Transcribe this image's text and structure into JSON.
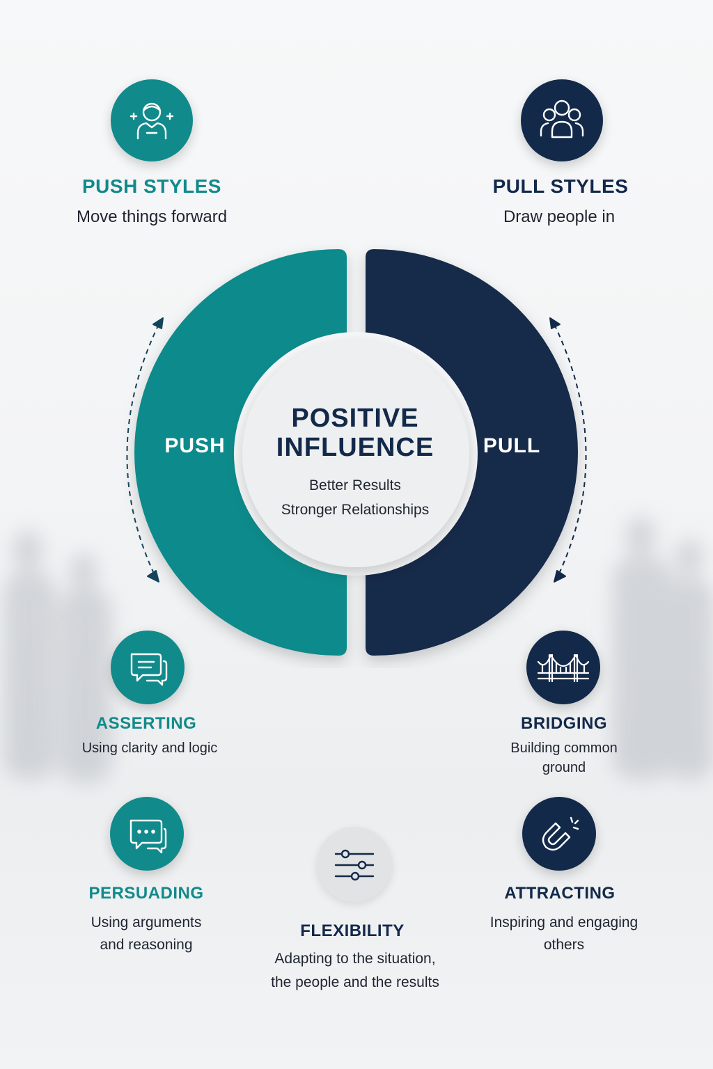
{
  "push_styles": {
    "title": "PUSH STYLES",
    "subtitle": "Move things forward",
    "icon": "person-plus-icon"
  },
  "pull_styles": {
    "title": "PULL STYLES",
    "subtitle": "Draw people in",
    "icon": "group-icon"
  },
  "center": {
    "title_line1": "POSITIVE",
    "title_line2": "INFLUENCE",
    "line1": "Better Results",
    "line2": "Stronger Relationships",
    "left_label": "PUSH",
    "right_label": "PULL"
  },
  "items": {
    "asserting": {
      "title": "ASSERTING",
      "desc_line1": "Using clarity and logic",
      "icon": "chat-bubbles-icon"
    },
    "persuading": {
      "title": "PERSUADING",
      "desc_line1": "Using arguments",
      "desc_line2": "and reasoning",
      "icon": "speech-dots-icon"
    },
    "flexibility": {
      "title": "FLEXIBILITY",
      "desc_line1": "Adapting to the situation,",
      "desc_line2": "the people and the results",
      "icon": "sliders-icon"
    },
    "bridging": {
      "title": "BRIDGING",
      "desc_line1": "Building common",
      "desc_line2": "ground",
      "icon": "bridge-icon"
    },
    "attracting": {
      "title": "ATTRACTING",
      "desc_line1": "Inspiring and engaging",
      "desc_line2": "others",
      "icon": "magnet-icon"
    }
  },
  "colors": {
    "teal": "#118a8b",
    "navy": "#13294a",
    "grey": "#e2e3e4",
    "background": "#f3f4f5"
  }
}
